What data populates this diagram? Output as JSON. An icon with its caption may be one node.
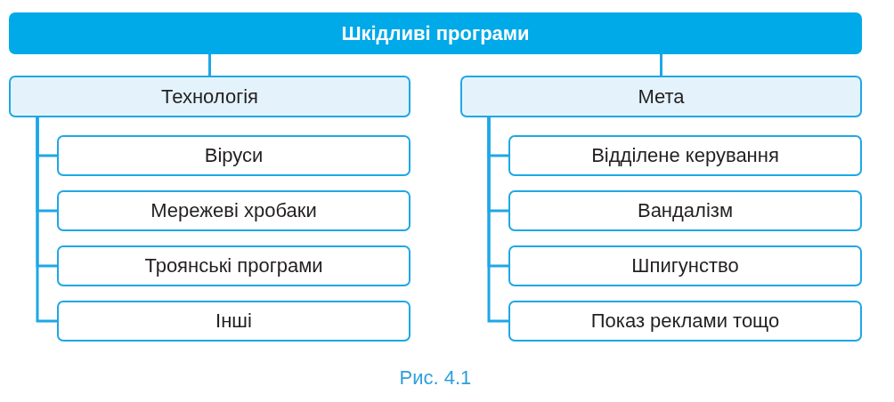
{
  "diagram": {
    "caption": "Рис. 4.1",
    "nodes": [
      {
        "text": [
          "Шкідливі програми"
        ]
      },
      {
        "text": [
          "Технологія"
        ]
      },
      {
        "text": [
          "Мета"
        ]
      },
      {
        "text": [
          "Віруси"
        ]
      },
      {
        "text": [
          "Мережеві хробаки"
        ]
      },
      {
        "text": [
          "Троянські програми"
        ]
      },
      {
        "text": [
          "Інші"
        ]
      },
      {
        "text": [
          "Відділене керування"
        ]
      },
      {
        "text": [
          "Вандалізм"
        ]
      },
      {
        "text": [
          "Шпигунство"
        ]
      },
      {
        "text": [
          "Показ реклами тощо"
        ]
      }
    ],
    "edges": [
      {
        "from": 0,
        "to": 1,
        "arrow": "none"
      },
      {
        "from": 0,
        "to": 2,
        "arrow": "none"
      },
      {
        "from": 1,
        "to": 3,
        "arrow": "none"
      },
      {
        "from": 1,
        "to": 4,
        "arrow": "none"
      },
      {
        "from": 1,
        "to": 5,
        "arrow": "none"
      },
      {
        "from": 1,
        "to": 6,
        "arrow": "none"
      },
      {
        "from": 2,
        "to": 7,
        "arrow": "none"
      },
      {
        "from": 2,
        "to": 8,
        "arrow": "none"
      },
      {
        "from": 2,
        "to": 9,
        "arrow": "none"
      },
      {
        "from": 2,
        "to": 10,
        "arrow": "none"
      }
    ]
  }
}
